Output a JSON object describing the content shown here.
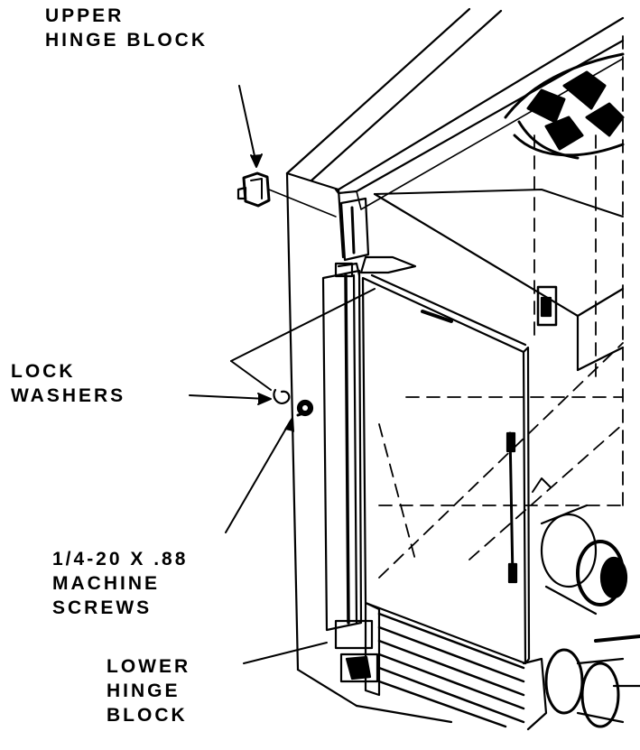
{
  "labels": {
    "upper_hinge": [
      "UPPER",
      "HINGE BLOCK"
    ],
    "lock_washers": [
      "LOCK",
      "WASHERS"
    ],
    "screws": [
      "1/4-20 X .88",
      "MACHINE",
      "SCREWS"
    ],
    "lower_hinge": [
      "LOWER",
      "HINGE",
      "BLOCK"
    ]
  },
  "colors": {
    "ink": "#000000",
    "paper": "#ffffff",
    "shade": "#1a1a1a"
  }
}
